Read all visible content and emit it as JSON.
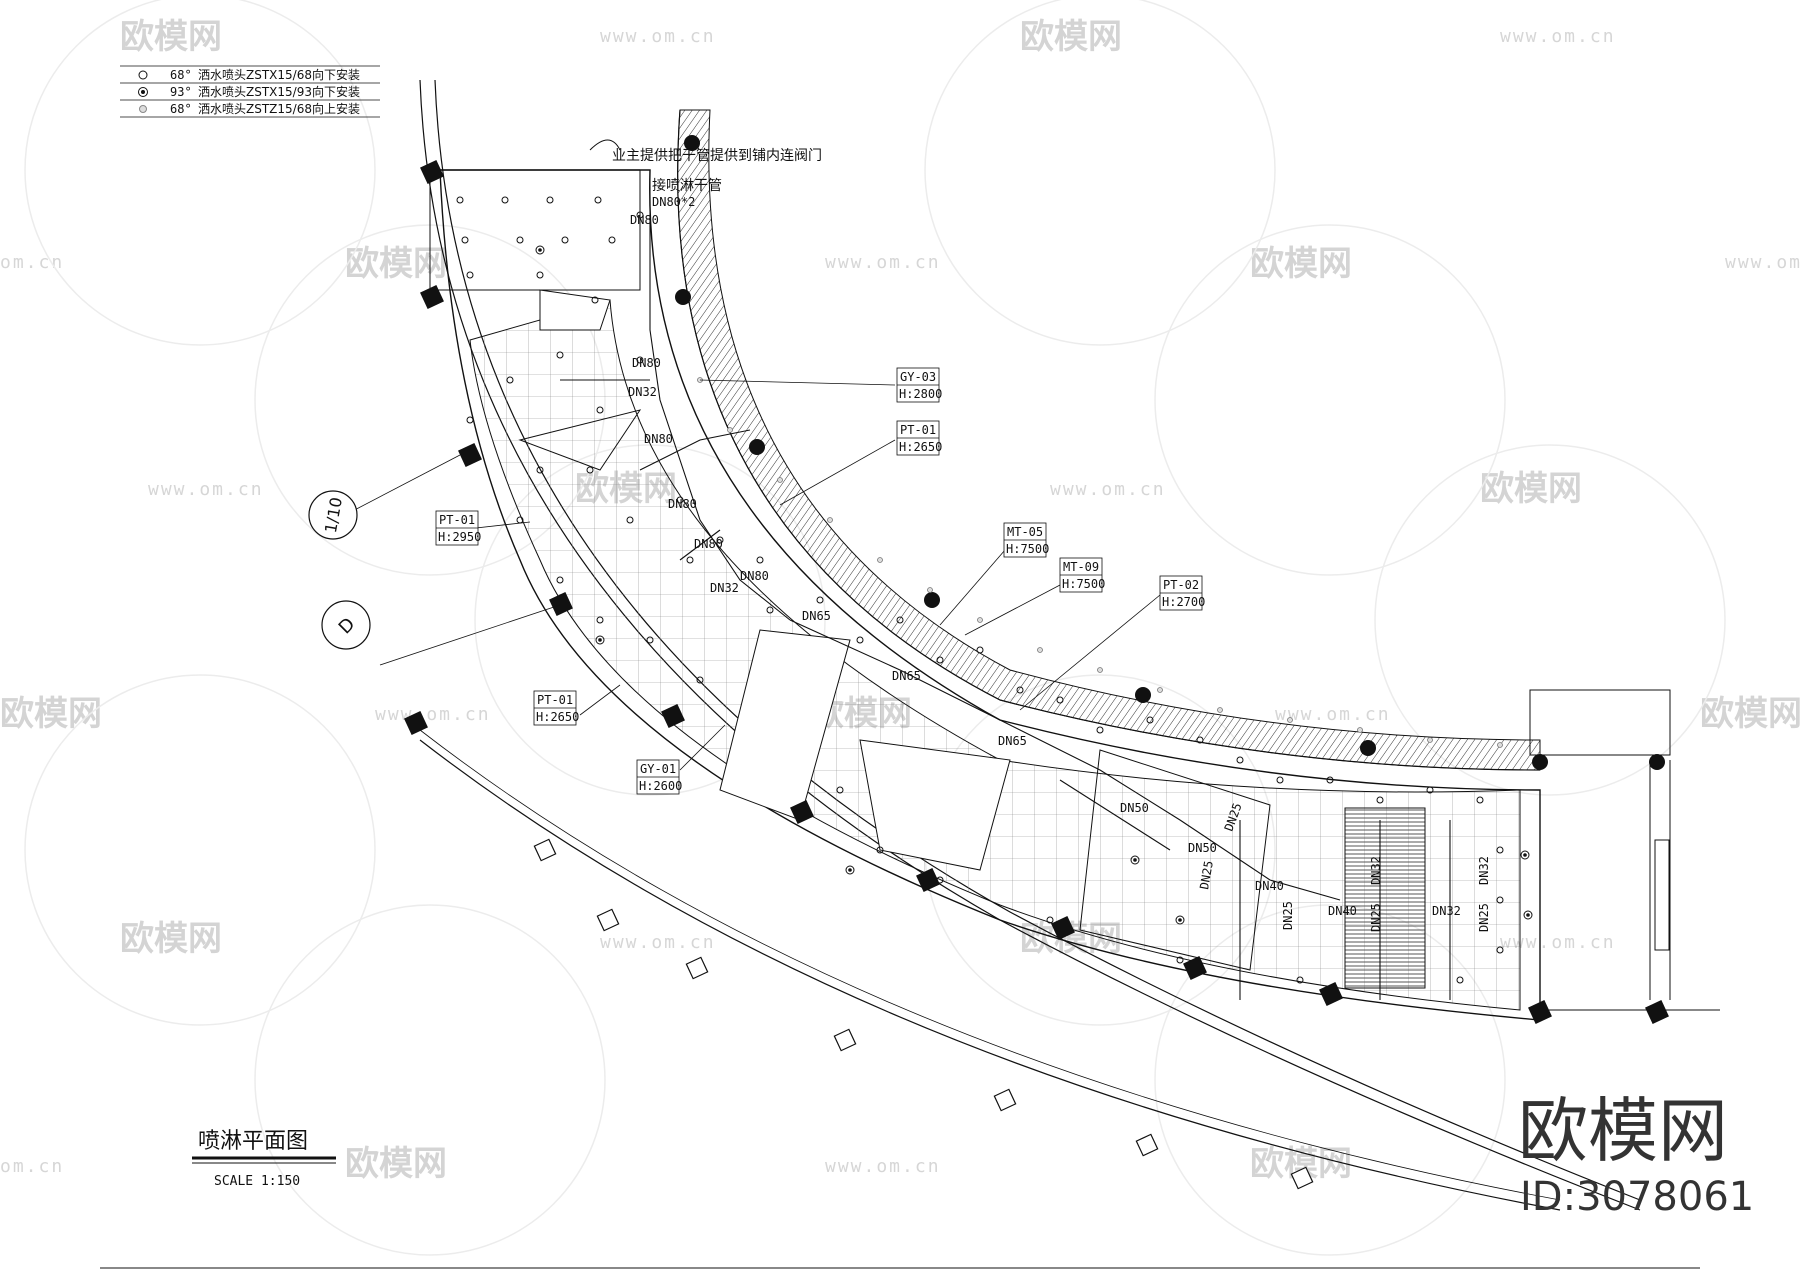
{
  "legend": [
    {
      "symbol": "open-circle",
      "angle": "68°",
      "text": "洒水喷头ZSTX15/68向下安装"
    },
    {
      "symbol": "filled-dot-circle",
      "angle": "93°",
      "text": "洒水喷头ZSTX15/93向下安装"
    },
    {
      "symbol": "small-gray-circle",
      "angle": "68°",
      "text": "洒水喷头ZSTZ15/68向上安装"
    }
  ],
  "notes": {
    "owner_supply": "业主提供把干管提供到铺内连阀门",
    "connect_main": "接喷淋干管",
    "dn80x2": "DN80*2"
  },
  "pipe_labels": [
    "DN80",
    "DN80",
    "DN32",
    "DN80",
    "DN80",
    "DN80",
    "DN32",
    "DN80",
    "DN65",
    "DN65",
    "DN65",
    "DN50",
    "DN25",
    "DN50",
    "DN25",
    "DN40",
    "DN25",
    "DN40",
    "DN25",
    "DN32",
    "DN32",
    "DN25",
    "DN32"
  ],
  "callouts": [
    {
      "code": "GY-03",
      "height": "H:2800"
    },
    {
      "code": "PT-01",
      "height": "H:2650"
    },
    {
      "code": "PT-01",
      "height": "H:2950"
    },
    {
      "code": "MT-05",
      "height": "H:7500"
    },
    {
      "code": "MT-09",
      "height": "H:7500"
    },
    {
      "code": "PT-02",
      "height": "H:2700"
    },
    {
      "code": "PT-01",
      "height": "H:2650"
    },
    {
      "code": "GY-01",
      "height": "H:2600"
    }
  ],
  "axis_markers": [
    "1/10",
    "D"
  ],
  "drawing_title": "喷淋平面图",
  "scale": "SCALE 1:150",
  "watermark": {
    "brand": "欧模网",
    "url": "www.om.cn",
    "short_url": "om.cn",
    "brand_big": "欧模网",
    "id": "ID:3078061"
  },
  "colors": {
    "line": "#111111",
    "watermark": "#d4d4d4"
  }
}
